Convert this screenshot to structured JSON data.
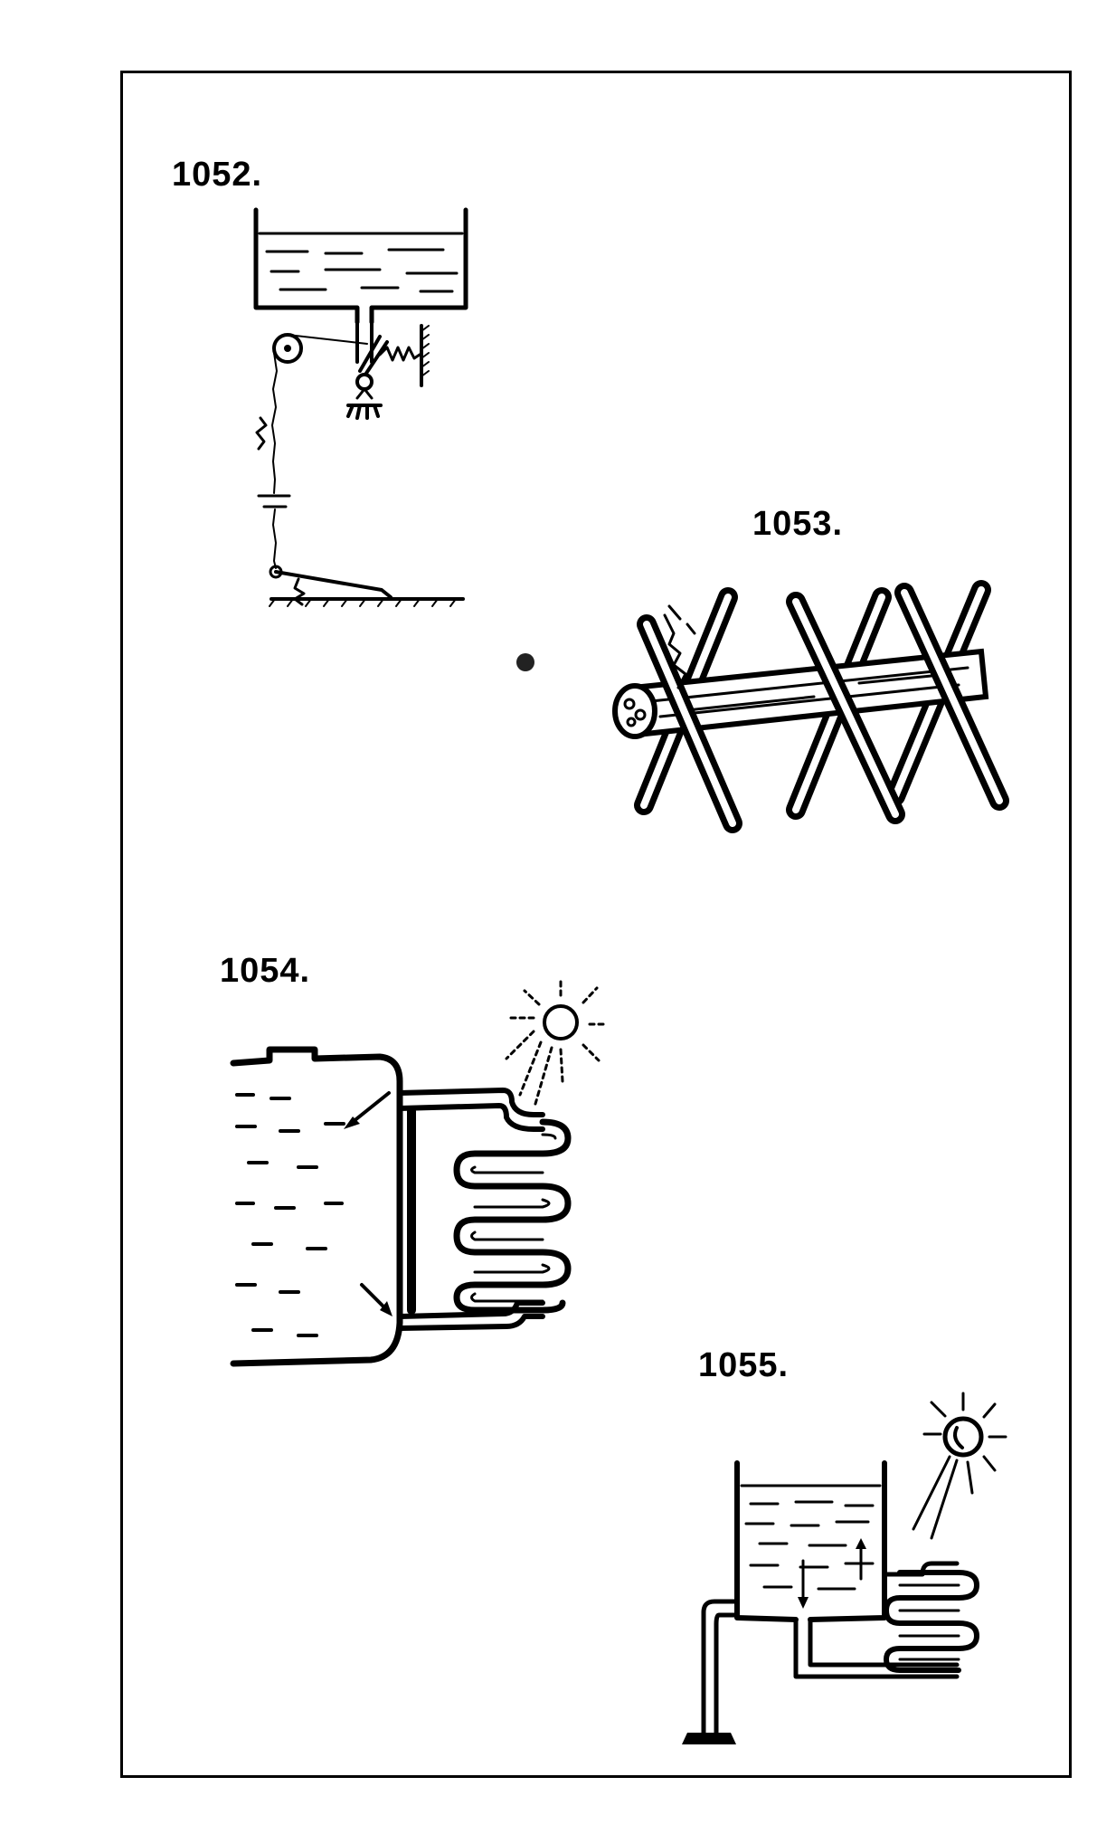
{
  "figures": [
    {
      "id": "1052",
      "label": "1052."
    },
    {
      "id": "1053",
      "label": "1053."
    },
    {
      "id": "1054",
      "label": "1054."
    },
    {
      "id": "1055",
      "label": "1055."
    }
  ],
  "colors": {
    "ink": "#000000",
    "paper": "#ffffff"
  }
}
